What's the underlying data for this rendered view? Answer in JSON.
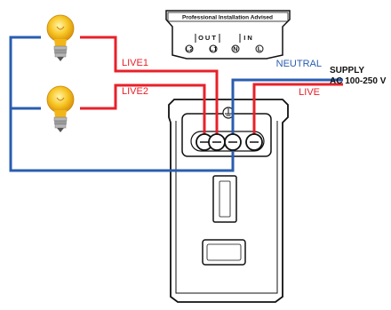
{
  "banner": {
    "text": "Professional Installation Advised"
  },
  "terminals": {
    "group_out": "OUT",
    "group_in": "IN",
    "markers": [
      "L2",
      "L1",
      "N",
      "L"
    ]
  },
  "wire_labels": {
    "live1": "LIVE1",
    "live2": "LIVE2",
    "neutral": "NEUTRAL",
    "live": "LIVE"
  },
  "supply": {
    "line1": "SUPPLY",
    "line2": "AC 100-250 V"
  },
  "colors": {
    "live": "#e8202a",
    "neutral": "#2a5db0",
    "outline": "#111111",
    "bulb_glass": "#f7c624",
    "bulb_base": "#9a9a9a"
  },
  "icons": [
    "light-bulb-icon",
    "ground-icon",
    "terminal-screw-icon"
  ]
}
